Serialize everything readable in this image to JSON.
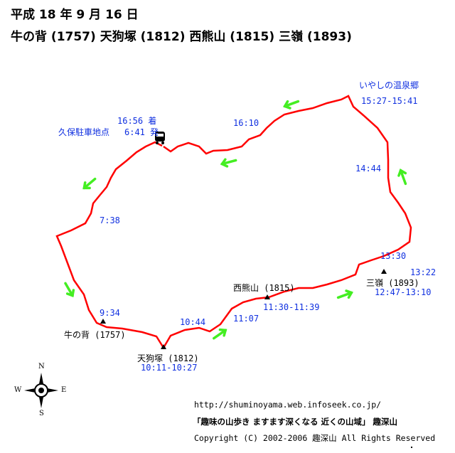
{
  "header": {
    "date": "平成 18 年 9 月 16 日",
    "peaks": "牛の背 (1757)  天狗塚 (1812)  西熊山 (1815)  三嶺 (1893)"
  },
  "places": {
    "onsen": "いやしの温泉郷",
    "parking": "久保駐車地点",
    "ushinose": "牛の背 (1757)",
    "tengutsuka": "天狗塚 (1812)",
    "nishikuma": "西熊山 (1815)",
    "sanrei": "三嶺 (1893)"
  },
  "times": {
    "arrive": "16:56 着",
    "depart": "6:41 発",
    "t1610": "16:10",
    "onsen_time": "15:27-15:41",
    "t1444": "14:44",
    "t738": "7:38",
    "t1330": "13:30",
    "t1322": "13:22",
    "sanrei_time": "12:47-13:10",
    "nishikuma_time": "11:30-11:39",
    "t934": "9:34",
    "t1044": "10:44",
    "t1107": "11:07",
    "tengu_time": "10:11-10:27"
  },
  "compass": {
    "n": "N",
    "s": "S",
    "e": "E",
    "w": "W"
  },
  "footer": {
    "url": "http://shuminoyama.web.infoseek.co.jp/",
    "slogan": "「趣味の山歩き ますます深くなる  近くの山域」  趣深山",
    "copyright": "Copyright (C) 2002-2006 趣深山 All Rights Reserved"
  },
  "colors": {
    "route": "#ff0000",
    "arrow": "#44ee22",
    "time": "#1030e0"
  }
}
